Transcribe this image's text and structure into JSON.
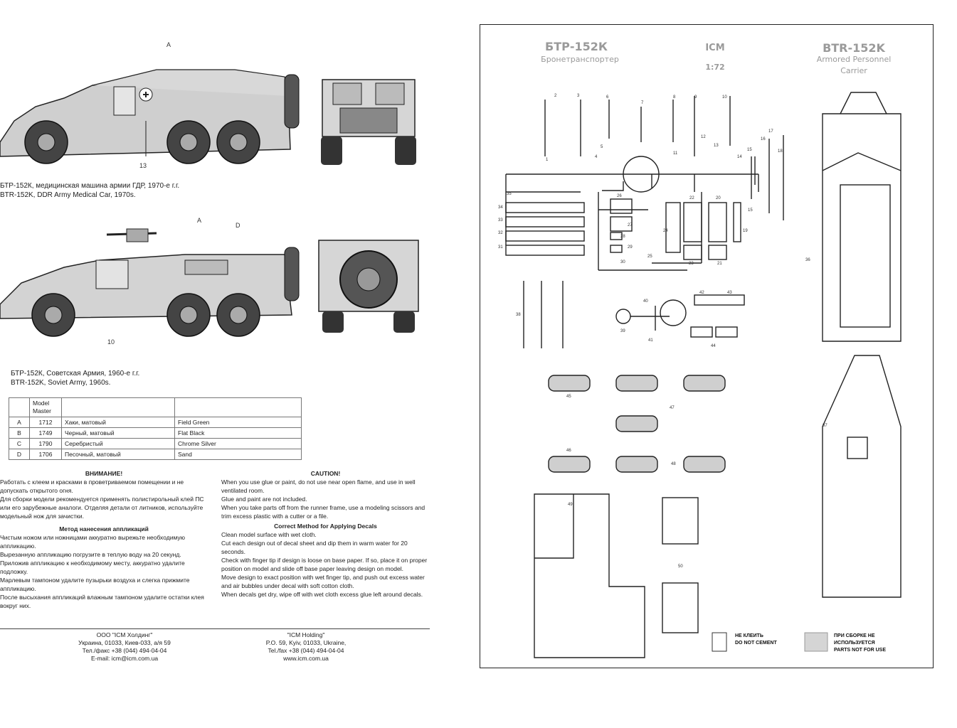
{
  "left_page": {
    "figure1": {
      "callouts": {
        "a": "A",
        "n13": "13"
      },
      "caption_ru": "БТР-152К, медицинская машина армии ГДР, 1970-е г.г.",
      "caption_en": "BTR-152K, DDR Army Medical Car, 1970s."
    },
    "figure2": {
      "callouts": {
        "a": "A",
        "d": "D",
        "n10": "10"
      },
      "caption_ru": "БТР-152К, Советская Армия, 1960-е г.г.",
      "caption_en": "BTR-152K, Soviet Army, 1960s."
    },
    "paint_table": {
      "header": "Model Master",
      "rows": [
        {
          "letter": "A",
          "code": "1712",
          "ru": "Хаки, матовый",
          "en": "Field Green"
        },
        {
          "letter": "B",
          "code": "1749",
          "ru": "Черный, матовый",
          "en": "Flat Black"
        },
        {
          "letter": "C",
          "code": "1790",
          "ru": "Серебристый",
          "en": "Chrome Silver"
        },
        {
          "letter": "D",
          "code": "1706",
          "ru": "Песочный, матовый",
          "en": "Sand"
        }
      ]
    },
    "warning_ru": {
      "title": "ВНИМАНИЕ!",
      "p1": "Работать с клеем и красками в проветриваемом помещении и не допускать открытого огня.",
      "p2": "Для сборки модели рекомендуется применять полистирольный клей ПС или его зарубежные аналоги. Отделяя детали от литников, используйте модельный нож для зачистки.",
      "decal_title": "Метод нанесения аппликаций",
      "d1": "Чистым ножом или ножницами аккуратно вырежьте необходимую аппликацию.",
      "d2": "Вырезанную аппликацию погрузите в теплую воду на 20 секунд.",
      "d3": "Приложив аппликацию к необходимому месту, аккуратно удалите подложку.",
      "d4": "Марлевым тампоном удалите пузырьки воздуха и слегка прижмите аппликацию.",
      "d5": "После высыхания аппликаций влажным тампоном удалите остатки клея вокруг них."
    },
    "warning_en": {
      "title": "CAUTION!",
      "p1": "When you use glue or paint, do not use near open flame, and use in well ventilated room.",
      "p2": "Glue and paint are not included.",
      "p3": "When you take parts off from the runner frame, use a modeling scissors and trim excess plastic with a cutter or a file.",
      "decal_title": "Correct Method for Applying Decals",
      "d1": "Clean model surface with wet cloth.",
      "d2": "Cut each design out of decal sheet and dip them in warm water for 20 seconds.",
      "d3": "Check with finger tip if design is loose on base paper. If so, place it on proper position on model and slide off base paper leaving design on model.",
      "d4": "Move design to exact position with wet finger tip, and push out excess water and air bubbles under decal with soft cotton cloth.",
      "d5": "When decals get dry, wipe off with wet cloth excess glue left around decals."
    },
    "address_ru": {
      "l1": "ООО \"ICM Холдинг\"",
      "l2": "Украина, 01033, Киев-033, а/я 59",
      "l3": "Тел./факс +38 (044) 494-04-04",
      "l4": "E-mail: icm@icm.com.ua"
    },
    "address_en": {
      "l1": "\"ICM Holding\"",
      "l2": "P.O. 59, Kyiv, 01033, Ukraine,",
      "l3": "Tel./fax +38 (044) 494-04-04",
      "l4": "www.icm.com.ua"
    }
  },
  "right_page": {
    "title_ru": "БТР-152К",
    "subtitle_ru": "Бронетранспортер",
    "logo": "ICM",
    "scale": "1:72",
    "title_en": "BTR-152K",
    "subtitle_en1": "Armored Personnel",
    "subtitle_en2": "Carrier",
    "legend": {
      "no_cement_ru": "НЕ КЛЕИТЬ",
      "no_cement_en": "DO NOT CEMENT",
      "not_used_ru1": "ПРИ СБОРКЕ НЕ",
      "not_used_ru2": "ИСПОЛЬЗУЕТСЯ",
      "not_used_en": "PARTS NOT FOR USE"
    },
    "part_numbers": {
      "p1": "1",
      "p2": "2",
      "p3": "3",
      "p4": "4",
      "p5": "5",
      "p6": "6",
      "p7": "7",
      "p8": "8",
      "p9": "9",
      "p10": "10",
      "p11": "11",
      "p12": "12",
      "p13": "13",
      "p14": "14",
      "p15": "15",
      "p16": "16",
      "p17": "17",
      "p18": "18",
      "p19": "19",
      "p20": "20",
      "p21": "21",
      "p22": "22",
      "p23": "23",
      "p24": "24",
      "p25": "25",
      "p26": "26",
      "p27": "27",
      "p28": "28",
      "p29": "29",
      "p30": "30",
      "p31": "31",
      "p32": "32",
      "p33": "33",
      "p34": "34",
      "p35": "35",
      "p36": "36",
      "p37": "37",
      "p38": "38",
      "p39": "39",
      "p40": "40",
      "p41": "41",
      "p42": "42",
      "p43": "43",
      "p44": "44",
      "p45": "45",
      "p46": "46",
      "p47": "47",
      "p48": "48",
      "p49": "49",
      "p50": "50"
    }
  },
  "colors": {
    "ink": "#111111",
    "muted_header": "#9a9a9a",
    "hull_fill": "#d8d8d8",
    "page": "#ffffff"
  }
}
